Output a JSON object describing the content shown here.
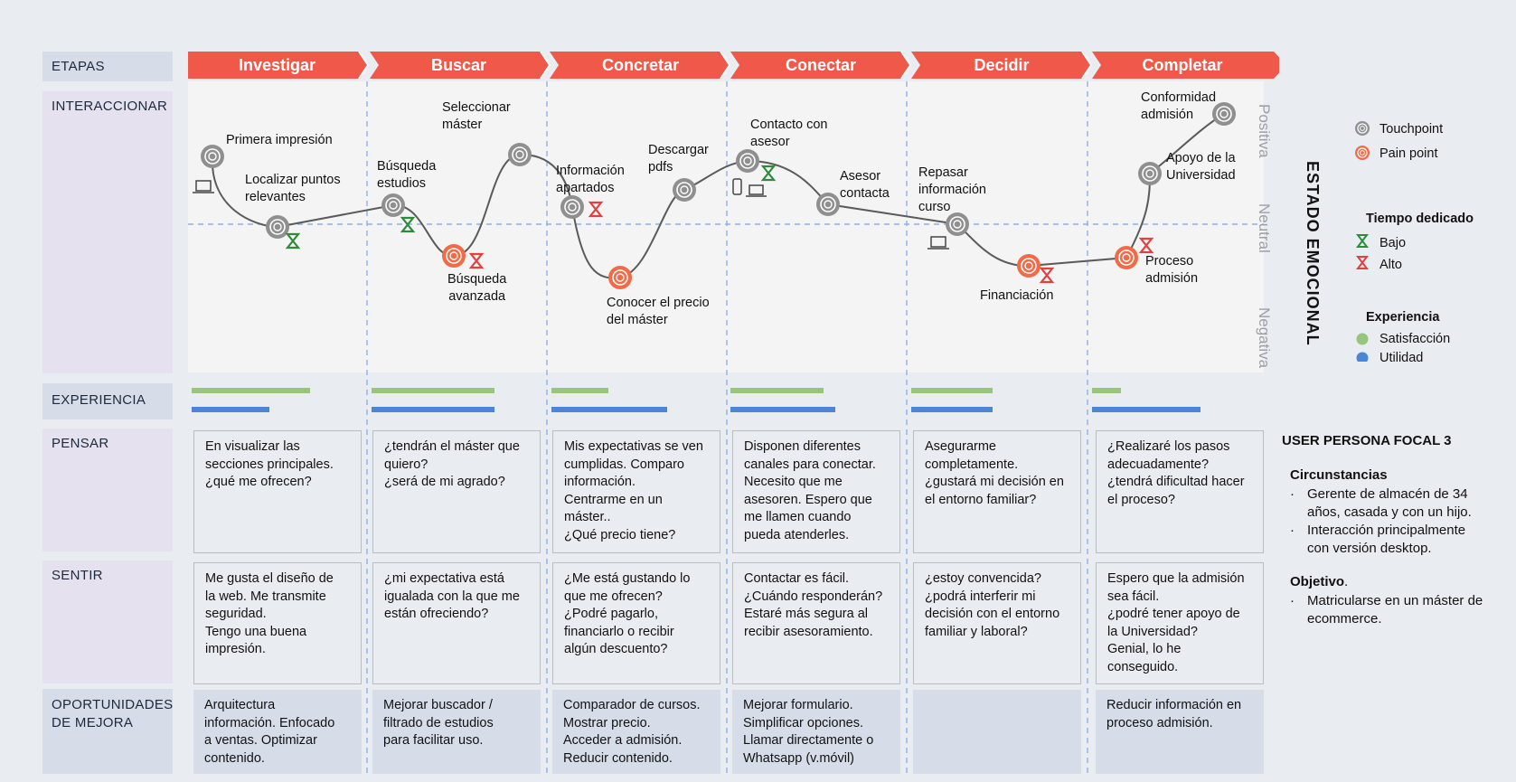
{
  "rows": {
    "etapas": "ETAPAS",
    "interaccionar": "INTERACCIONAR",
    "experiencia": "EXPERIENCIA",
    "pensar": "PENSAR",
    "sentir": "SENTIR",
    "oportunidades_1": "OPORTUNIDADES",
    "oportunidades_2": "DE MEJORA"
  },
  "stages": [
    "Investigar",
    "Buscar",
    "Concretar",
    "Conectar",
    "Decidir",
    "Completar"
  ],
  "emotional_axis": {
    "title": "ESTADO EMOCIONAL",
    "positive": "Positiva",
    "neutral": "Neutral",
    "negative": "Negativa"
  },
  "touchpoints": {
    "primera_impresion": "Primera impresión",
    "localizar_1": "Localizar puntos",
    "localizar_2": "relevantes",
    "busqueda_estudios_1": "Búsqueda",
    "busqueda_estudios_2": "estudios",
    "seleccionar_1": "Seleccionar",
    "seleccionar_2": "máster",
    "busqueda_avanzada_1": "Búsqueda",
    "busqueda_avanzada_2": "avanzada",
    "informacion_1": "Información",
    "informacion_2": "apartados",
    "descargar_1": "Descargar",
    "descargar_2": "pdfs",
    "conocer_1": "Conocer el precio",
    "conocer_2": "del máster",
    "contacto_1": "Contacto con",
    "contacto_2": "asesor",
    "asesor_1": "Asesor",
    "asesor_2": "contacta",
    "repasar_1": "Repasar",
    "repasar_2": "información",
    "repasar_3": "curso",
    "financiacion": "Financiación",
    "proceso_1": "Proceso",
    "proceso_2": "admisión",
    "apoyo_1": "Apoyo de la",
    "apoyo_2": "Universidad",
    "conformidad_1": "Conformidad",
    "conformidad_2": "admisión"
  },
  "legend": {
    "touchpoint": "Touchpoint",
    "pain_point": "Pain point",
    "tiempo_title": "Tiempo dedicado",
    "bajo": "Bajo",
    "alto": "Alto",
    "experiencia_title": "Experiencia",
    "satisfaccion": "Satisfacción",
    "utilidad": "Utilidad"
  },
  "colors": {
    "stage": "#f0584a",
    "touchpoint": "#8f8f8f",
    "pain": "#f26a46",
    "low_time": "#2f8a3a",
    "high_time": "#e24040",
    "satisfaction": "#97c57c",
    "utility": "#4a86d6"
  },
  "experience_levels": {
    "satisfaccion": [
      0.79,
      0.82,
      0.38,
      0.62,
      0.54,
      0.19
    ],
    "utilidad": [
      0.52,
      0.82,
      0.77,
      0.7,
      0.54,
      0.72
    ]
  },
  "pensar": [
    [
      "En visualizar las",
      "secciones principales.",
      "¿qué me ofrecen?"
    ],
    [
      "¿tendrán el máster que",
      "quiero?",
      "¿será de mi agrado?"
    ],
    [
      "Mis expectativas se ven",
      "cumplidas. Comparo",
      "información.",
      "Centrarme en un",
      "máster..",
      "¿Qué precio tiene?"
    ],
    [
      "Disponen diferentes",
      "canales para conectar.",
      "Necesito que me",
      "asesoren. Espero que",
      "me llamen cuando",
      "pueda atenderles."
    ],
    [
      "Asegurarme",
      "completamente.",
      "¿gustará mi decisión en",
      "el entorno familiar?"
    ],
    [
      "¿Realizaré los pasos",
      "adecuadamente?",
      "¿tendrá dificultad hacer",
      "el proceso?"
    ]
  ],
  "sentir": [
    [
      "Me gusta el diseño de",
      "la web. Me transmite",
      "seguridad.",
      "Tengo una buena",
      "impresión."
    ],
    [
      "¿mi expectativa está",
      "igualada con la que me",
      "están ofreciendo?"
    ],
    [
      "¿Me está gustando lo",
      "que me ofrecen?",
      "¿Podré pagarlo,",
      "financiarlo o recibir",
      "algún descuento?"
    ],
    [
      "Contactar es fácil.",
      "¿Cuándo responderán?",
      "Estaré más segura al",
      "recibir asesoramiento."
    ],
    [
      "¿estoy convencida?",
      "¿podrá interferir mi",
      "decisión con el entorno",
      "familiar y laboral?"
    ],
    [
      "Espero que la admisión",
      "sea fácil.",
      "¿podré tener apoyo de",
      "la Universidad?",
      "Genial, lo he",
      "conseguido."
    ]
  ],
  "oportunidades": [
    [
      "Arquitectura",
      "información. Enfocado",
      "a ventas. Optimizar",
      "contenido."
    ],
    [
      "Mejorar buscador /",
      "filtrado de estudios",
      "para facilitar uso."
    ],
    [
      "Comparador de cursos.",
      "Mostrar precio.",
      "Acceder a admisión.",
      "Reducir contenido."
    ],
    [
      "Mejorar formulario.",
      "Simplificar opciones.",
      "Llamar directamente o",
      "Whatsapp (v.móvil)"
    ],
    [],
    [
      "Reducir información en",
      "proceso admisión."
    ]
  ],
  "persona": {
    "title": "USER PERSONA FOCAL 3",
    "circ_title": "Circunstancias",
    "circ_1a": "Gerente de almacén de 34",
    "circ_1b": "años, casada y con un hijo.",
    "circ_2a": "Interacción principalmente",
    "circ_2b": "con versión desktop.",
    "obj_title": "Objetivo",
    "obj_dot": ".",
    "obj_1a": "Matricularse en un máster de",
    "obj_1b": "ecommerce.",
    "bullet": "·"
  }
}
